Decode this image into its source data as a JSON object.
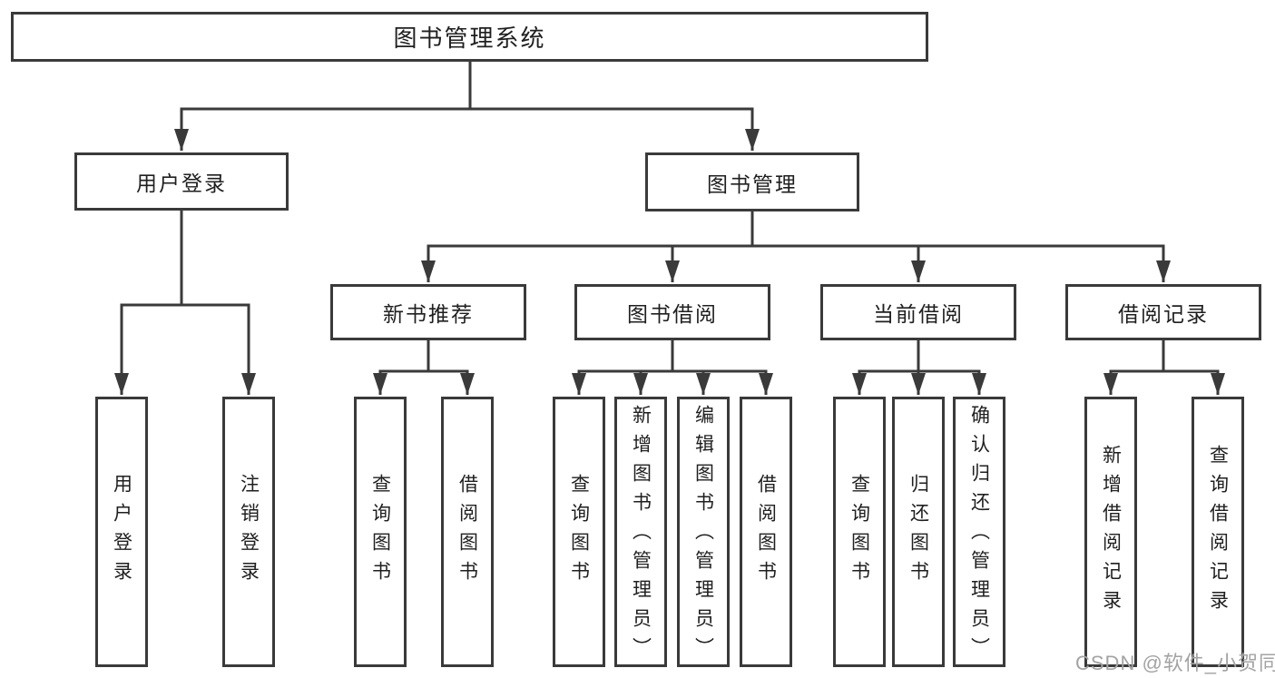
{
  "diagram": {
    "root": {
      "label": "图书管理系统"
    },
    "user_login": {
      "label": "用户登录",
      "children": [
        {
          "label": "用户登录"
        },
        {
          "label": "注销登录"
        }
      ]
    },
    "book_mgmt": {
      "label": "图书管理",
      "sections": [
        {
          "label": "新书推荐",
          "children": [
            {
              "label": "查询图书"
            },
            {
              "label": "借阅图书"
            }
          ]
        },
        {
          "label": "图书借阅",
          "children": [
            {
              "label": "查询图书"
            },
            {
              "label": "新增图书（管理员）"
            },
            {
              "label": "编辑图书（管理员）"
            },
            {
              "label": "借阅图书"
            }
          ]
        },
        {
          "label": "当前借阅",
          "children": [
            {
              "label": "查询图书"
            },
            {
              "label": "归还图书"
            },
            {
              "label": "确认归还（管理员）"
            }
          ]
        },
        {
          "label": "借阅记录",
          "children": [
            {
              "label": "新增借阅记录"
            },
            {
              "label": "查询借阅记录"
            }
          ]
        }
      ]
    },
    "line_color": "#3a3a3a"
  },
  "watermark": {
    "text": "CSDN @软件_小贺同学"
  }
}
